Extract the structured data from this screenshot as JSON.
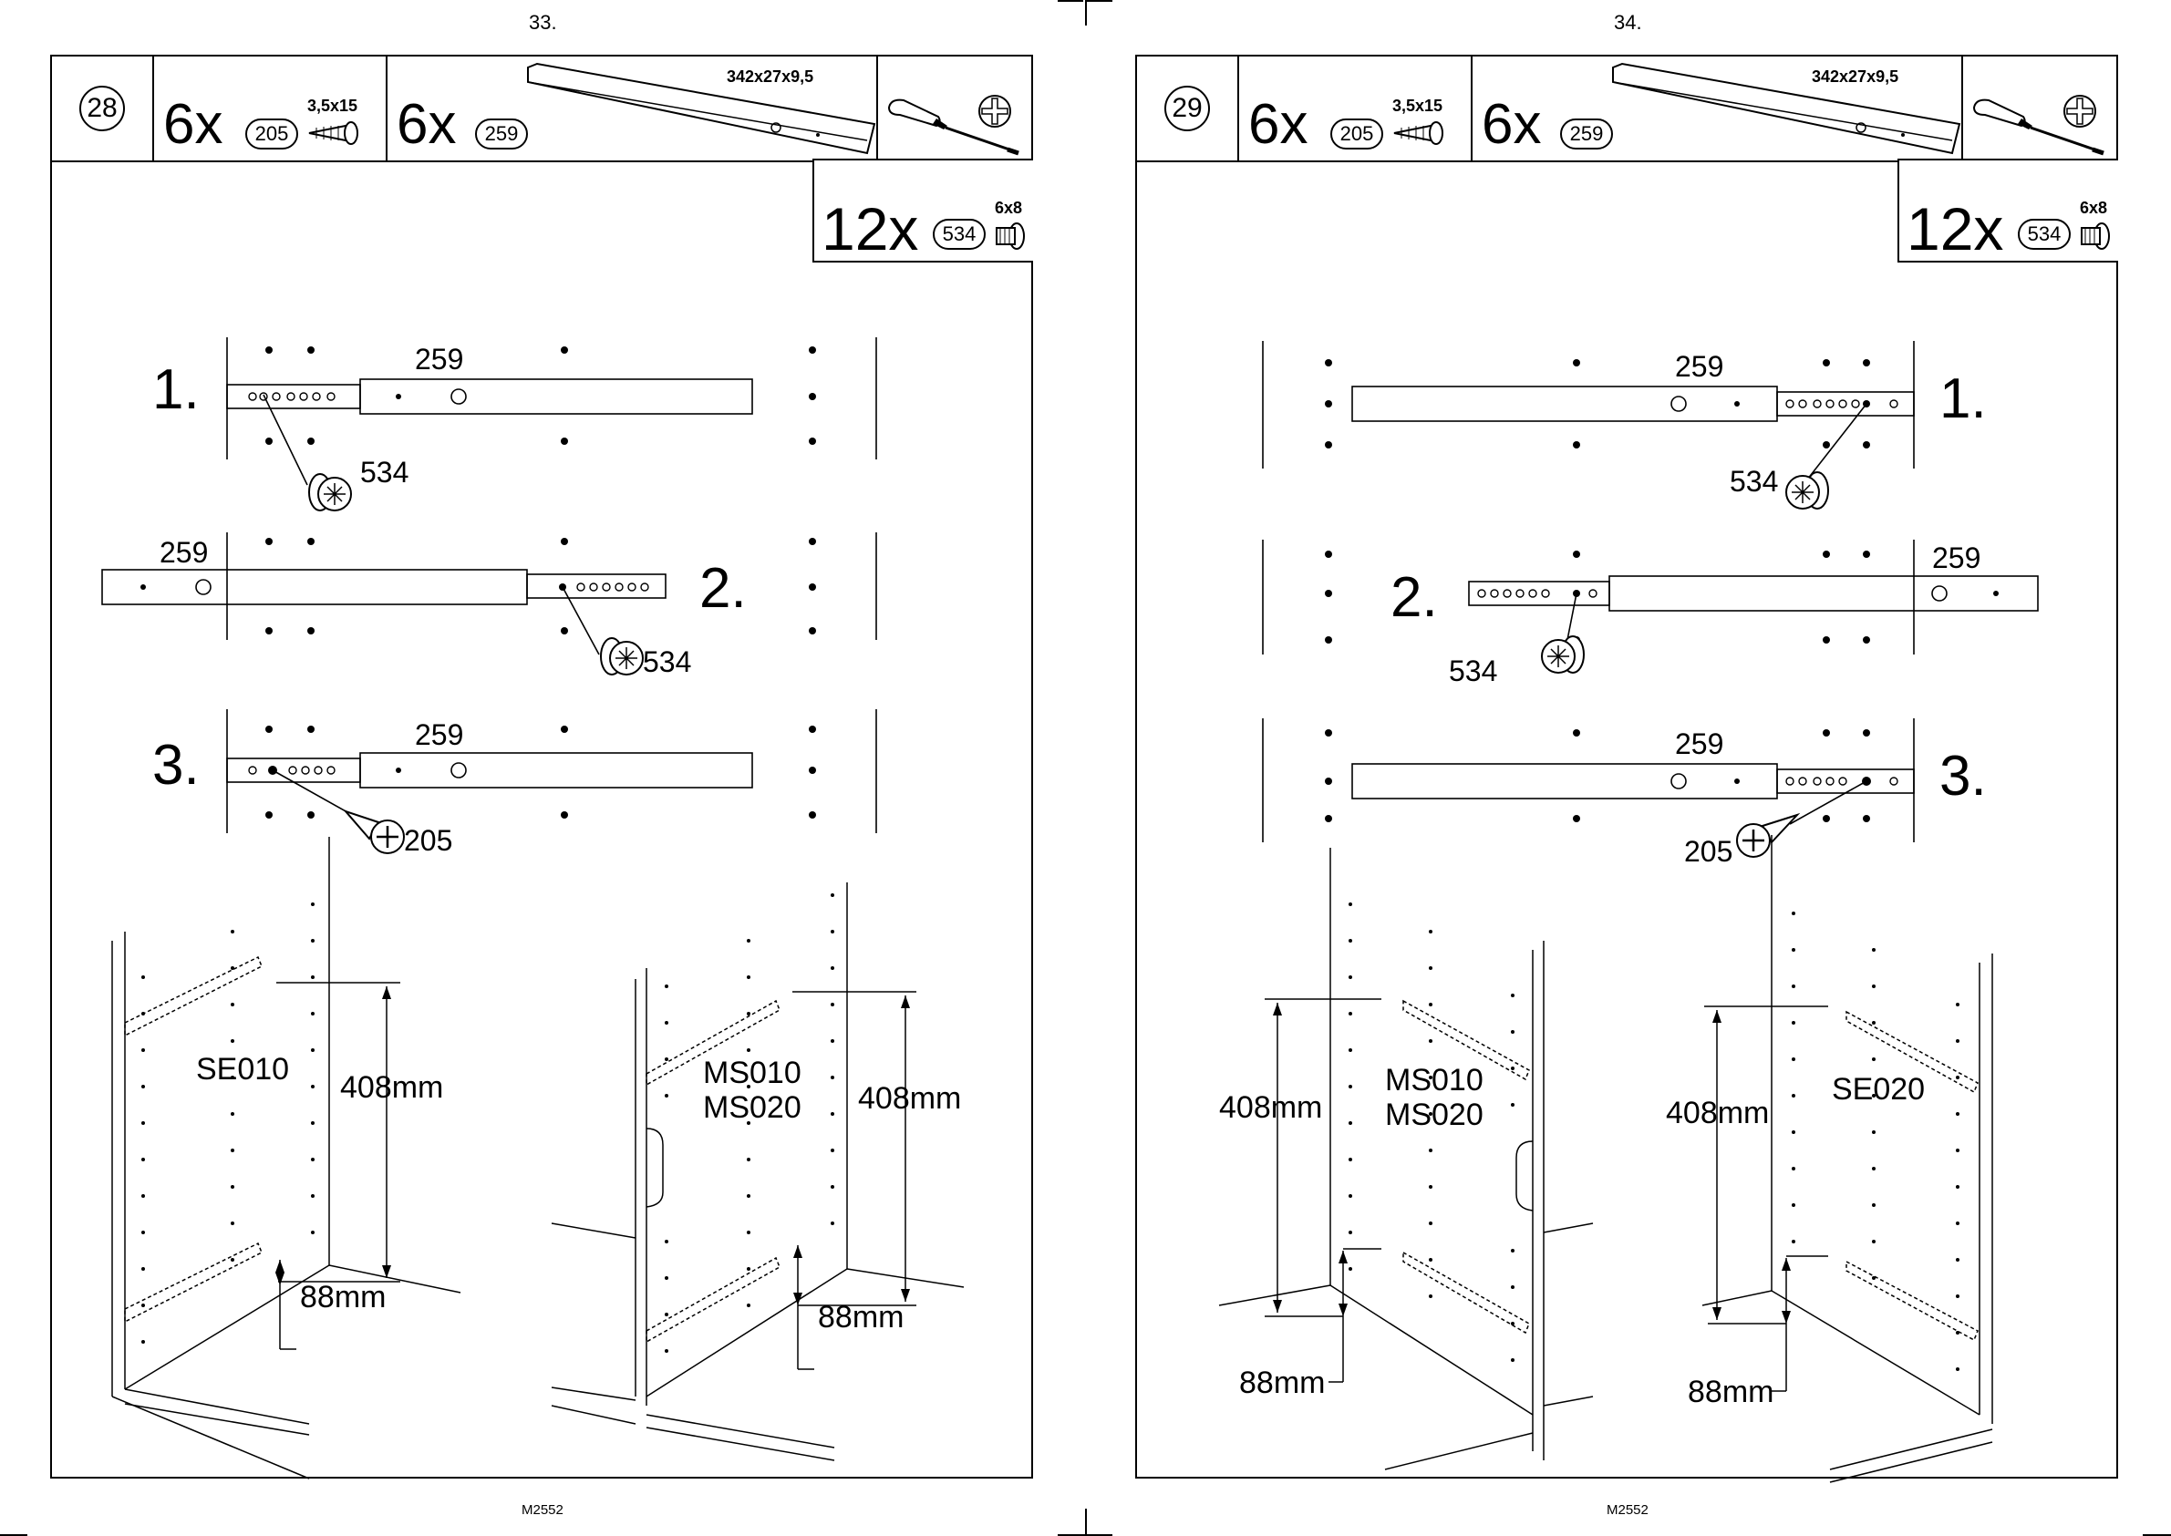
{
  "pages": [
    {
      "page_number": "33.",
      "footer": "M2552",
      "step": "28",
      "header": {
        "screw_qty": "6x",
        "screw_part": "205",
        "screw_size": "3,5x15",
        "rail_qty": "6x",
        "rail_part": "259",
        "rail_size": "342x27x9,5",
        "extra_qty": "12x",
        "extra_part": "534",
        "extra_size": "6x8"
      },
      "substeps": [
        {
          "num": "1.",
          "rail_label": "259",
          "fastener": "534"
        },
        {
          "num": "2.",
          "rail_label": "259",
          "fastener": "534"
        },
        {
          "num": "3.",
          "rail_label": "259",
          "fastener": "205"
        }
      ],
      "diagrams": [
        {
          "model": [
            "SE010"
          ],
          "height": "408mm",
          "offset": "88mm"
        },
        {
          "model": [
            "MS010",
            "MS020"
          ],
          "height": "408mm",
          "offset": "88mm"
        }
      ]
    },
    {
      "page_number": "34.",
      "footer": "M2552",
      "step": "29",
      "header": {
        "screw_qty": "6x",
        "screw_part": "205",
        "screw_size": "3,5x15",
        "rail_qty": "6x",
        "rail_part": "259",
        "rail_size": "342x27x9,5",
        "extra_qty": "12x",
        "extra_part": "534",
        "extra_size": "6x8"
      },
      "substeps": [
        {
          "num": "1.",
          "rail_label": "259",
          "fastener": "534"
        },
        {
          "num": "2.",
          "rail_label": "259",
          "fastener": "534"
        },
        {
          "num": "3.",
          "rail_label": "259",
          "fastener": "205"
        }
      ],
      "diagrams": [
        {
          "model": [
            "MS010",
            "MS020"
          ],
          "height": "408mm",
          "offset": "88mm"
        },
        {
          "model": [
            "SE020"
          ],
          "height": "408mm",
          "offset": "88mm"
        }
      ]
    }
  ]
}
